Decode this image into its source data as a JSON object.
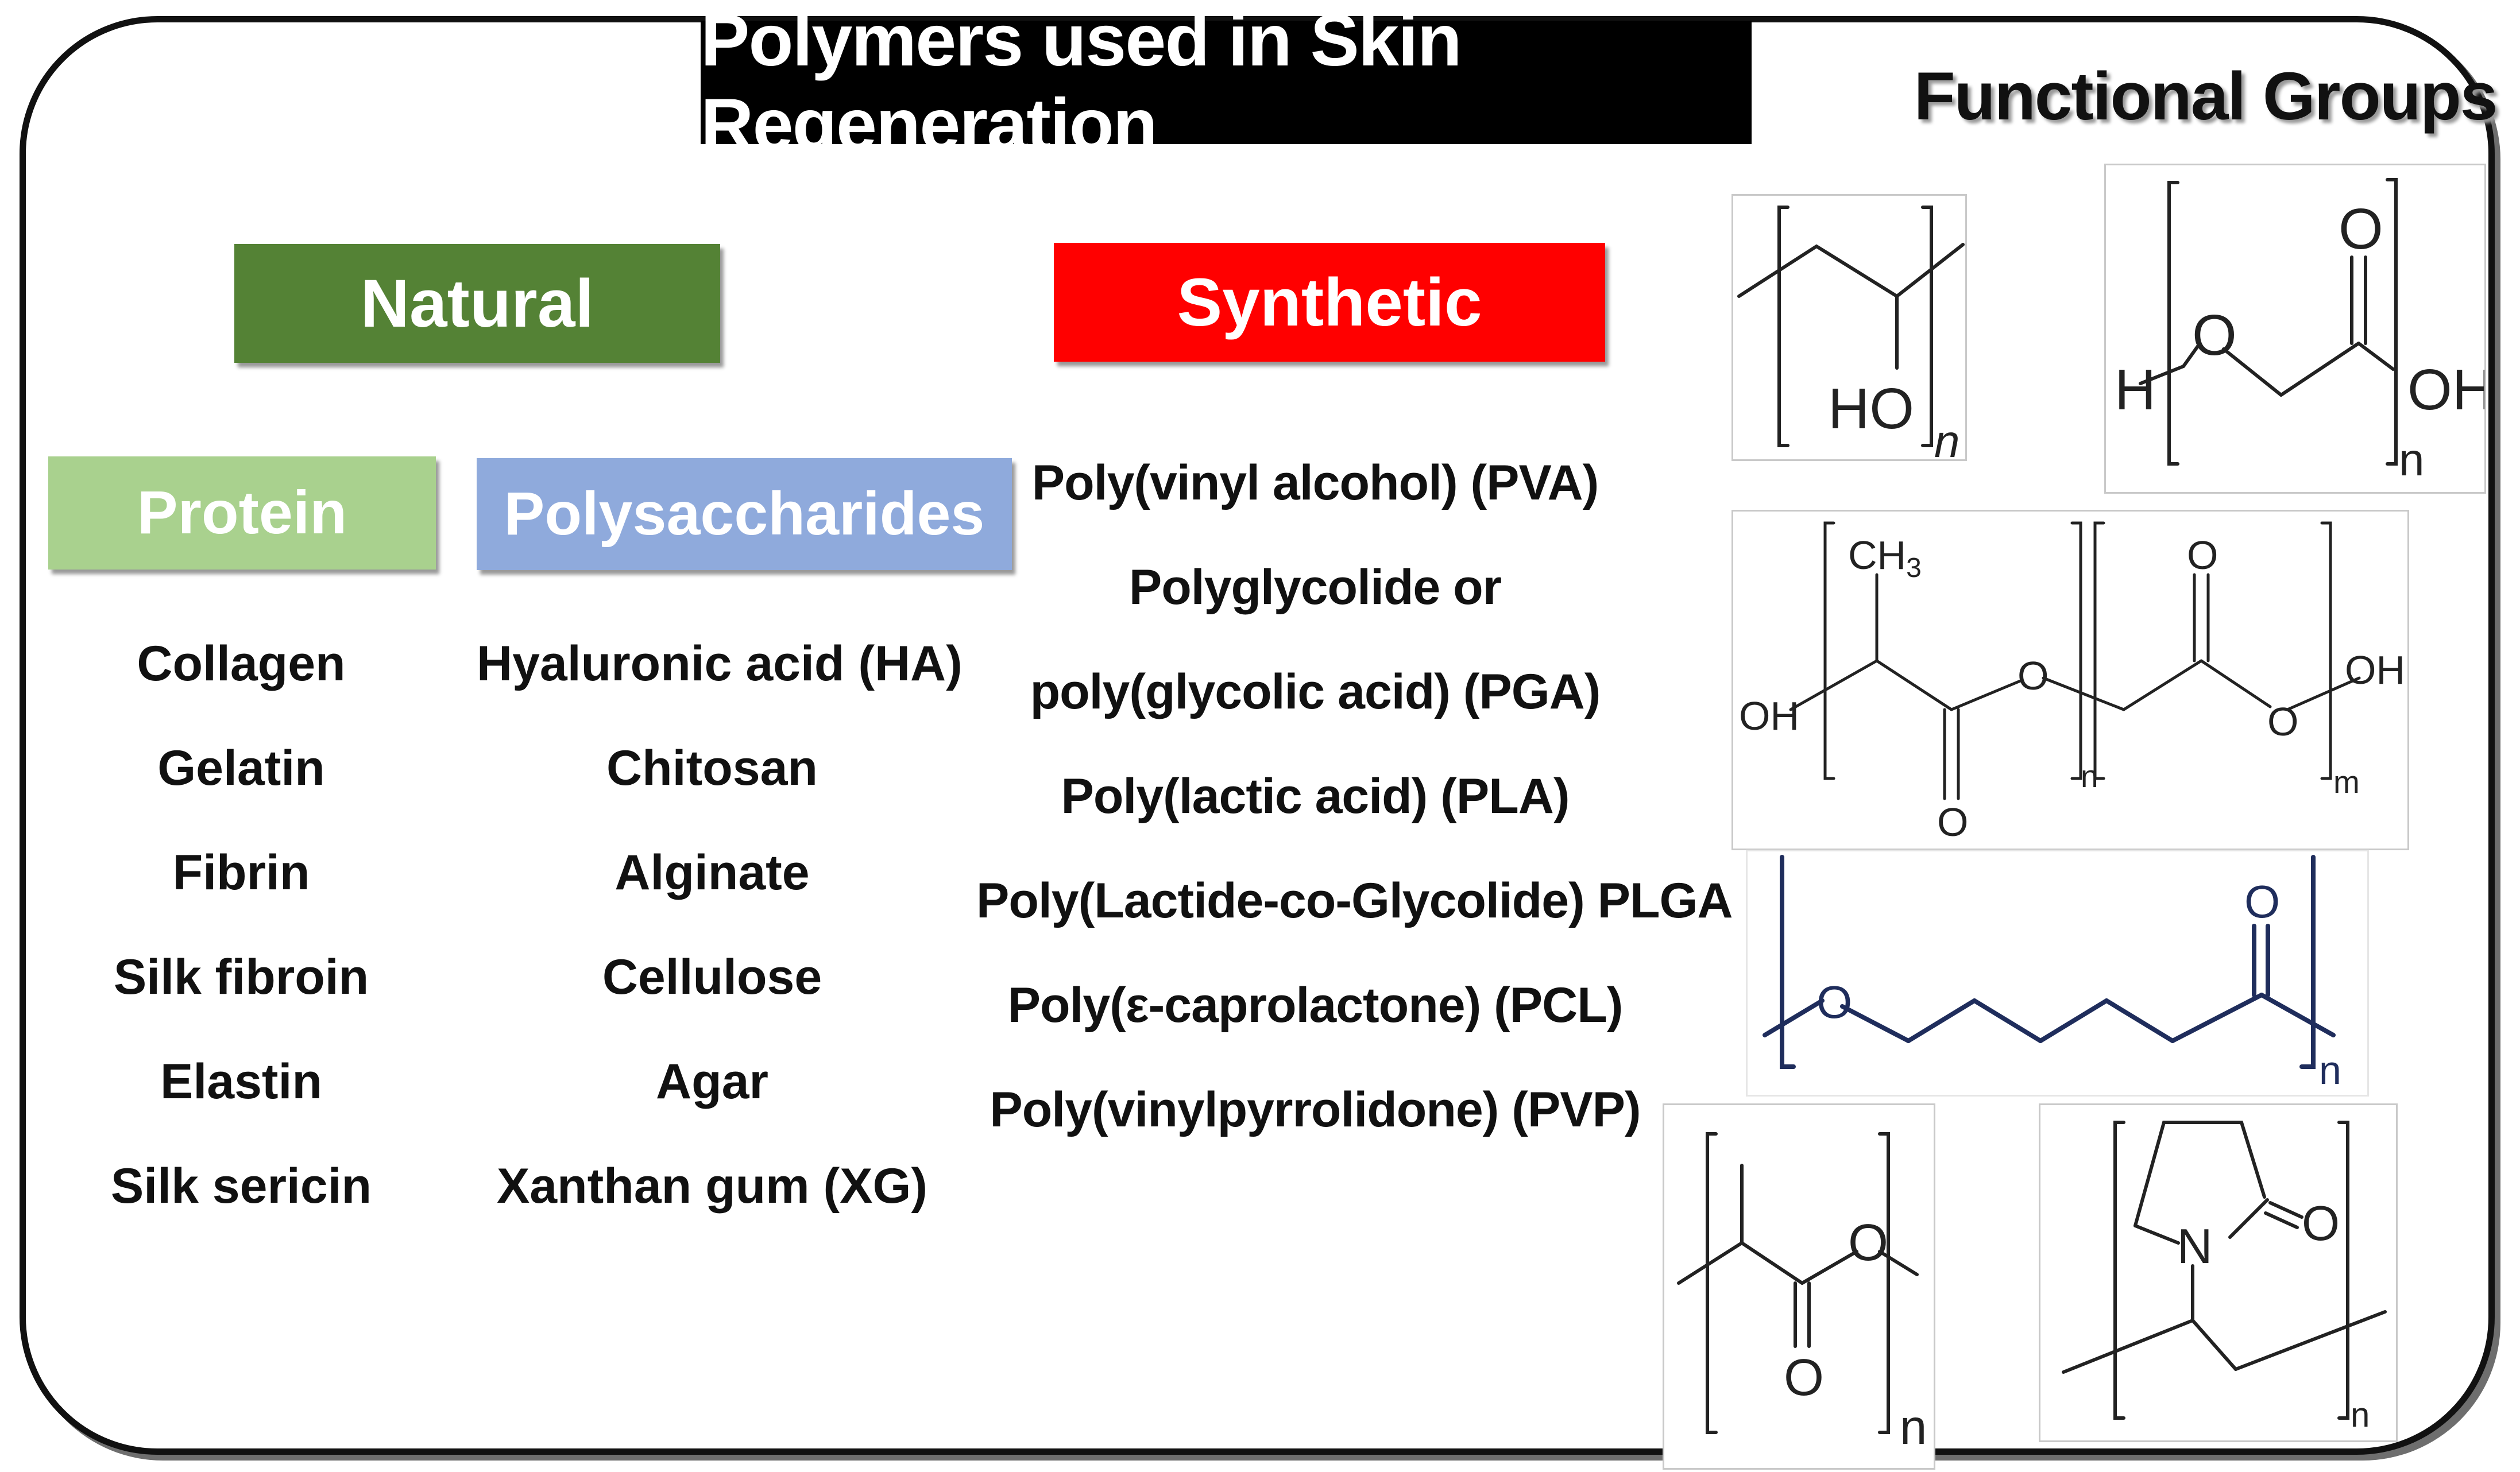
{
  "title": "Polymers used in Skin Regeneration",
  "functional_groups_title": "Functional Groups",
  "categories": {
    "natural": "Natural",
    "synthetic": "Synthetic",
    "protein": "Protein",
    "polysaccharides": "Polysaccharides"
  },
  "protein_items": [
    "Collagen",
    "Gelatin",
    "Fibrin",
    "Silk fibroin",
    "Elastin",
    "Silk sericin"
  ],
  "polysaccharide_items": [
    "Hyaluronic acid (HA)",
    "Chitosan",
    "Alginate",
    "Cellulose",
    "Agar",
    "Xanthan gum (XG)"
  ],
  "synthetic_items": [
    "Poly(vinyl alcohol) (PVA)",
    "Polyglycolide or",
    "poly(glycolic acid) (PGA)",
    "Poly(lactic acid) (PLA)",
    "Poly(Lactide-co-Glycolide) PLGA",
    "Poly(ε-caprolactone)  (PCL)",
    "Poly(vinylpyrrolidone) (PVP)"
  ],
  "structures": {
    "pva": {
      "oh": "HO",
      "n": "n"
    },
    "pga": {
      "h": "H",
      "o1": "O",
      "o2": "O",
      "oh": "OH",
      "n": "n"
    },
    "plga": {
      "ch3": "CH",
      "ch3_sub": "3",
      "oh1": "OH",
      "o1": "O",
      "o2": "O",
      "o3": "O",
      "o4": "O",
      "oh2": "OH",
      "n": "n",
      "m": "m"
    },
    "pcl": {
      "o1": "O",
      "o2": "O",
      "n": "n"
    },
    "pla": {
      "o1": "O",
      "o2": "O",
      "n": "n"
    },
    "pvp": {
      "n_atom": "N",
      "o": "O",
      "n": "n"
    }
  },
  "colors": {
    "natural": "#548235",
    "synthetic": "#ff0000",
    "protein": "#a9d18e",
    "polysaccharides": "#8faadc",
    "pcl_structure": "#1f2d5c"
  }
}
